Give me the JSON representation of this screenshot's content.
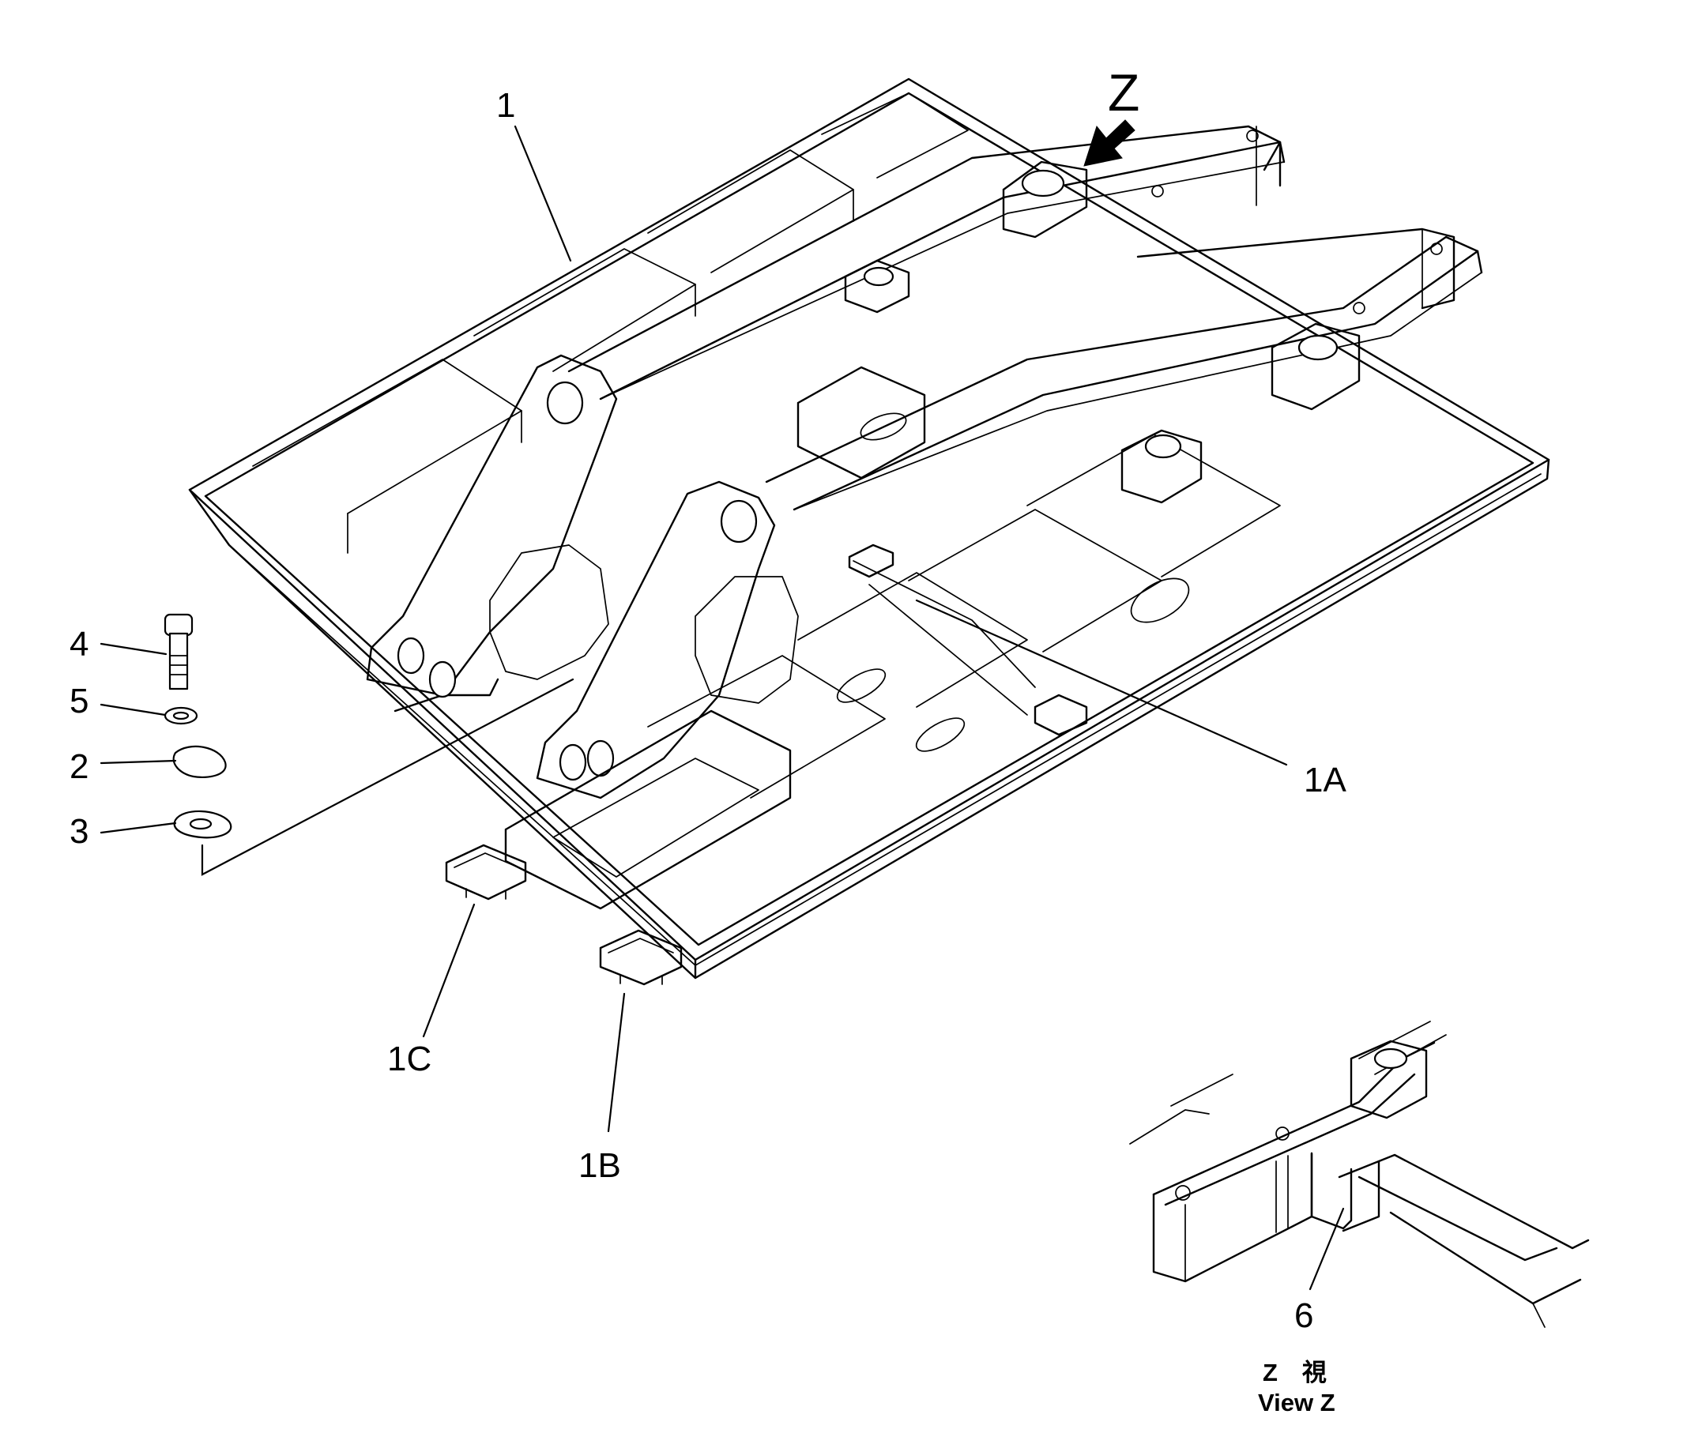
{
  "callouts": {
    "c1": "1",
    "c1A": "1A",
    "c1B": "1B",
    "c1C": "1C",
    "c2": "2",
    "c3": "3",
    "c4": "4",
    "c5": "5",
    "c6": "6",
    "z": "Z"
  },
  "view_caption": {
    "jp": "Z　視",
    "en": "View Z"
  }
}
